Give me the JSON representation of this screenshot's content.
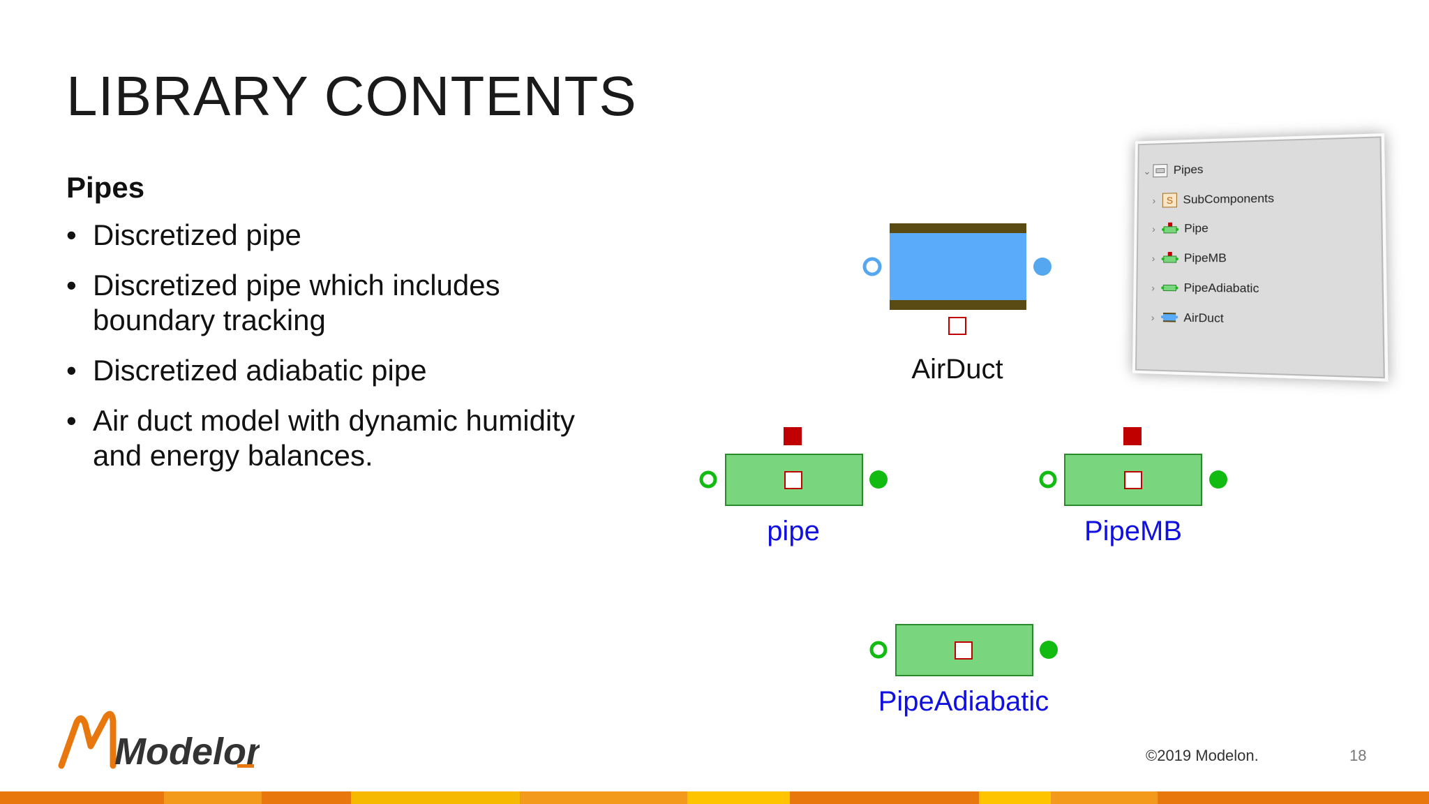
{
  "slide": {
    "title": "LIBRARY CONTENTS",
    "section_heading": "Pipes",
    "bullets": [
      "Discretized pipe",
      "Discretized pipe which includes boundary tracking",
      "Discretized adiabatic pipe",
      "Air duct model with dynamic humidity and energy balances."
    ]
  },
  "diagram": {
    "components": [
      {
        "label": "AirDuct",
        "icon": "air-duct-icon"
      },
      {
        "label": "pipe",
        "icon": "pipe-icon"
      },
      {
        "label": "PipeMB",
        "icon": "pipe-mb-icon"
      },
      {
        "label": "PipeAdiabatic",
        "icon": "pipe-adiabatic-icon"
      }
    ],
    "colors": {
      "air_duct_fill": "#5aabfa",
      "air_duct_wall": "#5a4a14",
      "pipe_fill": "#79d67f",
      "connector_green": "#11bb11",
      "connector_blue": "#55a8ef",
      "heat_port": "#c00000",
      "label_blue": "#1010e0"
    }
  },
  "library_tree": {
    "items": [
      {
        "label": "Pipes",
        "icon": "package-icon"
      },
      {
        "label": "SubComponents",
        "icon": "subpackage-icon"
      },
      {
        "label": "Pipe",
        "icon": "pipe-icon"
      },
      {
        "label": "PipeMB",
        "icon": "pipe-mb-icon"
      },
      {
        "label": "PipeAdiabatic",
        "icon": "pipe-adiabatic-icon"
      },
      {
        "label": "AirDuct",
        "icon": "air-duct-icon"
      }
    ]
  },
  "footer": {
    "logo_text": "Modelon",
    "copyright": "©2019 Modelon.",
    "page_number": "18",
    "bar_colors": [
      "#e8780e",
      "#f39a1c",
      "#e8780e",
      "#f7b800",
      "#f39a1c",
      "#ffc400",
      "#e8780e",
      "#f39a1c"
    ]
  }
}
